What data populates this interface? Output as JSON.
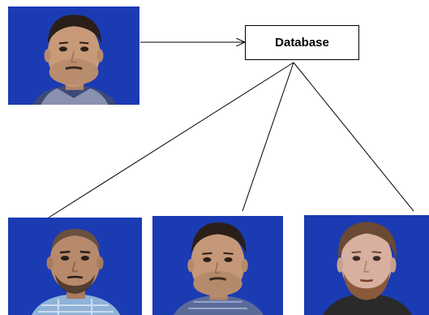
{
  "diagram": {
    "database_label": "Database"
  },
  "colors": {
    "photo_background": "#1b3bb3",
    "line": "#000000"
  },
  "photos": [
    {
      "role": "query-face",
      "hair": "#2a1f18",
      "skin": "#c89a78",
      "shirt": "#3c4a78"
    },
    {
      "role": "result-face",
      "hair": "#3a2a20",
      "skin": "#b88a6c",
      "shirt": "#8fb2d8"
    },
    {
      "role": "result-face",
      "hair": "#2a1f18",
      "skin": "#c49878",
      "shirt": "#5a6b9a"
    },
    {
      "role": "result-face",
      "hair": "#6a4a32",
      "skin": "#d8b0a0",
      "shirt": "#2a2a2a"
    }
  ]
}
